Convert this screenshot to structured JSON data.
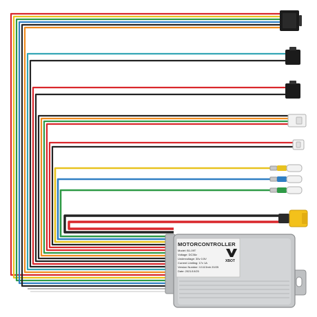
{
  "colors": {
    "red": "#d9262b",
    "orange": "#f08c1e",
    "yellow": "#e8c21f",
    "green": "#2e9a46",
    "blue": "#2f7fc4",
    "cyan": "#33a6b5",
    "black": "#222222",
    "white": "#d9d9d9",
    "gray": "#9a9a9a",
    "case": "#c9cbcc",
    "connector_black": "#1b1b1b",
    "connector_white": "#f2f2f2",
    "xt60_yellow": "#f3c11b"
  },
  "controller": {
    "title": "MOTORCONTROLLER",
    "brand": "XBOT",
    "lines": [
      "Model: B1-09T",
      "Voltage: DC36v",
      "Undervoltage: 30v 0.5V",
      "Current Limiting: 17v 1A",
      "Version Number: V4 8.5mh 20/25",
      "Date: 2021/10/25"
    ]
  },
  "connectors": [
    {
      "name": "hall-sensor-connector",
      "kind": "black-multi"
    },
    {
      "name": "brake-left-connector",
      "kind": "black-small"
    },
    {
      "name": "brake-right-connector",
      "kind": "black-small"
    },
    {
      "name": "throttle-connector",
      "kind": "white-3pin"
    },
    {
      "name": "light-connector",
      "kind": "white-2pin"
    },
    {
      "name": "phase-yellow-bullet",
      "kind": "bullet"
    },
    {
      "name": "phase-blue-bullet",
      "kind": "bullet"
    },
    {
      "name": "phase-green-bullet",
      "kind": "bullet"
    },
    {
      "name": "battery-xt60-connector",
      "kind": "xt60"
    }
  ]
}
